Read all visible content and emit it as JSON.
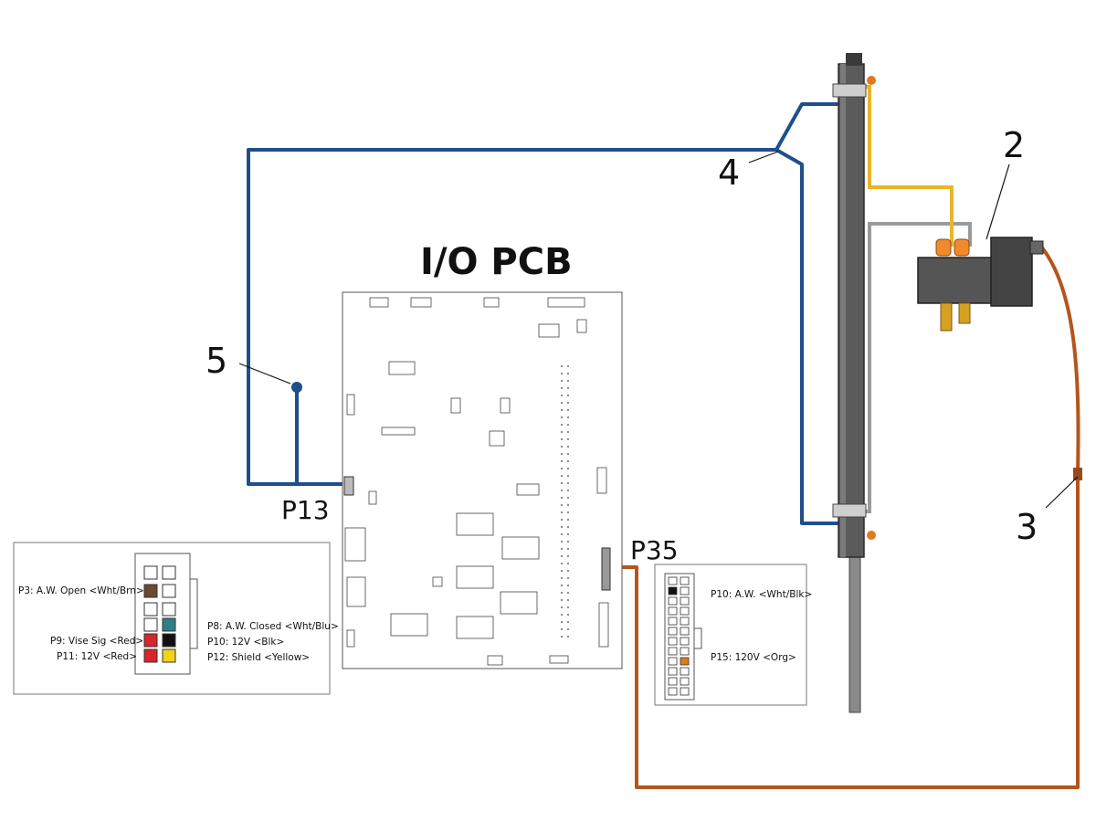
{
  "title": "I/O PCB",
  "callouts": [
    "2",
    "3",
    "4",
    "5"
  ],
  "connectors": {
    "p13": "P13",
    "p35": "P35"
  },
  "p13_pins": {
    "p3": "P3: A.W. Open <Wht/Brn>",
    "p8": "P8: A.W. Closed <Wht/Blu>",
    "p9": "P9: Vise Sig <Red>",
    "p10": "P10: 12V <Blk>",
    "p11": "P11: 12V <Red>",
    "p12": "P12: Shield <Yellow>"
  },
  "p35_pins": {
    "p10": "P10: A.W. <Wht/Blk>",
    "p15": "P15: 120V <Org>"
  },
  "colors": {
    "blue_cable": "#1f4e8c",
    "orange_cable": "#b5541b",
    "yellow_line": "#e8b52a",
    "cylinder": "#5b5b5b",
    "pin_brown": "#6b4a2e",
    "pin_teal": "#2f7f86",
    "pin_red": "#d7252a",
    "pin_black": "#111111",
    "pin_yellow": "#f3d21a",
    "pin_orange": "#e07a1f"
  }
}
